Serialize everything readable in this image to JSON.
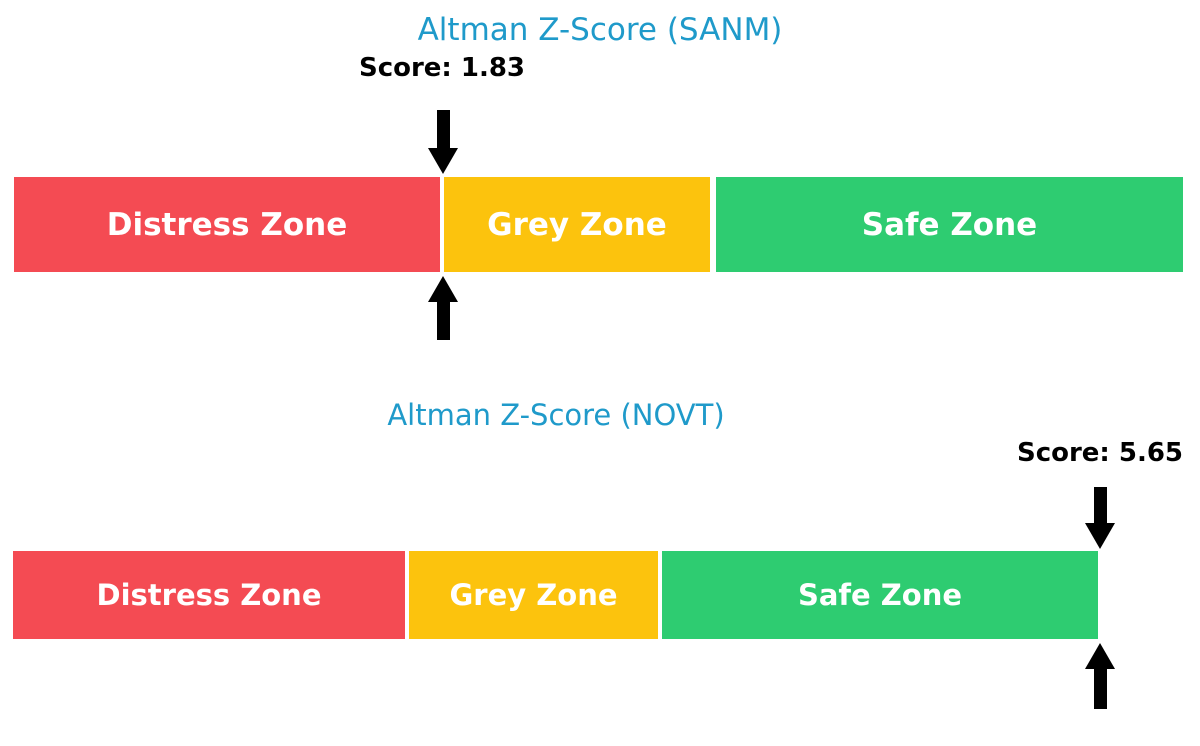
{
  "page": {
    "background": "#FFFFFF",
    "title_color": "#1F9ACA",
    "arrow_color": "#000000",
    "zone_text_color": "#FFFFFF"
  },
  "charts": [
    {
      "title": "Altman Z-Score (SANM)",
      "title_color": "#1F9ACA",
      "score": 1.83,
      "score_label": "Score: 1.83",
      "zones": [
        {
          "label": "Distress Zone",
          "color": "#F44B53"
        },
        {
          "label": "Grey Zone",
          "color": "#FCC30D"
        },
        {
          "label": "Safe Zone",
          "color": "#2ECC71"
        }
      ]
    },
    {
      "title": "Altman Z-Score (NOVT)",
      "title_color": "#1F9ACA",
      "score": 5.65,
      "score_label": "Score: 5.65",
      "zones": [
        {
          "label": "Distress Zone",
          "color": "#F44B53"
        },
        {
          "label": "Grey Zone",
          "color": "#FCC30D"
        },
        {
          "label": "Safe Zone",
          "color": "#2ECC71"
        }
      ]
    }
  ],
  "chart_data": [
    {
      "type": "bar",
      "orientation": "horizontal-zone-strip",
      "title": "Altman Z-Score (SANM)",
      "categories": [
        "Distress Zone",
        "Grey Zone",
        "Safe Zone"
      ],
      "zone_colors": [
        "#F44B53",
        "#FCC30D",
        "#2ECC71"
      ],
      "zone_width_fractions": [
        0.365,
        0.228,
        0.4
      ],
      "score": 1.83,
      "score_annotation": "Score: 1.83",
      "marker_position_fraction": 0.367,
      "marker_note": "black arrows above and below bar at the Distress/Grey boundary",
      "axes": "none",
      "grid": false,
      "legend": false
    },
    {
      "type": "bar",
      "orientation": "horizontal-zone-strip",
      "title": "Altman Z-Score (NOVT)",
      "categories": [
        "Distress Zone",
        "Grey Zone",
        "Safe Zone"
      ],
      "zone_colors": [
        "#F44B53",
        "#FCC30D",
        "#2ECC71"
      ],
      "zone_width_fractions": [
        0.361,
        0.23,
        0.402
      ],
      "score": 5.65,
      "score_annotation": "Score: 5.65",
      "marker_position_fraction": 1.0,
      "marker_note": "black arrows above and below bar at the right end of Safe Zone",
      "axes": "none",
      "grid": false,
      "legend": false
    }
  ]
}
